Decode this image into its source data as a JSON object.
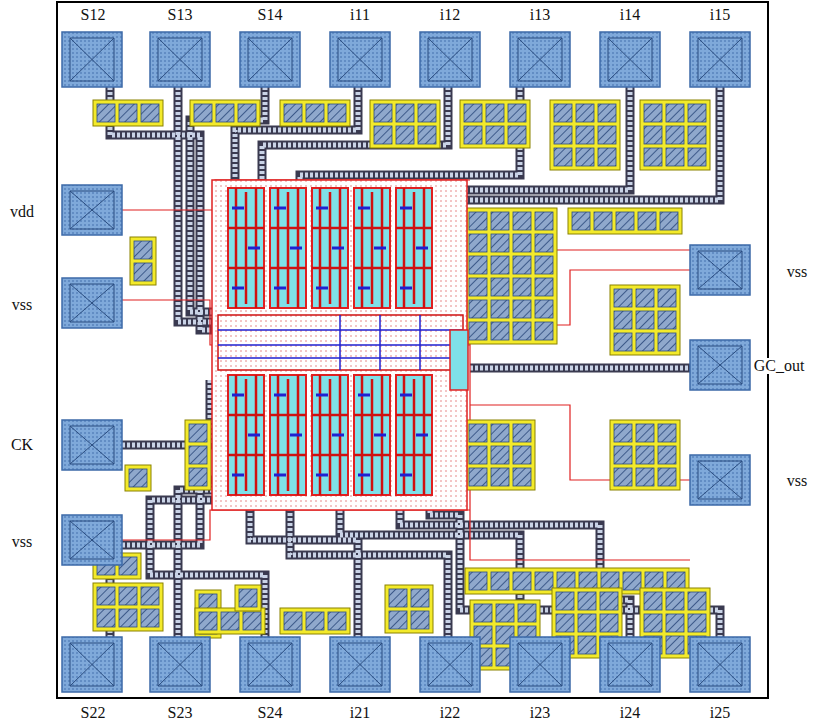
{
  "diagram": {
    "labels": [
      "S12",
      "S13",
      "S14",
      "i11",
      "i12",
      "i13",
      "i14",
      "i15",
      "vdd",
      "vss",
      "CK",
      "vss",
      "vss",
      "GC_out",
      "vss",
      "S22",
      "S23",
      "S24",
      "i21",
      "i22",
      "i23",
      "i24",
      "i25"
    ]
  }
}
